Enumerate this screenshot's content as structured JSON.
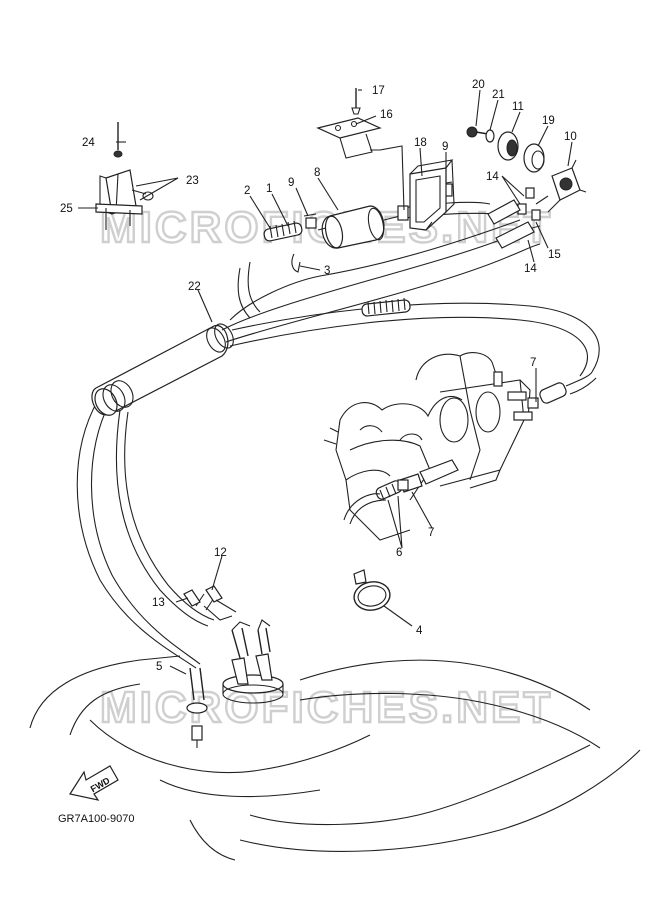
{
  "diagram": {
    "code": "GR7A100-9070",
    "watermark": "MICROFICHES.NET",
    "fwd_label": "FWD",
    "callouts": [
      {
        "id": "c1",
        "text": "1"
      },
      {
        "id": "c2",
        "text": "2"
      },
      {
        "id": "c3",
        "text": "3"
      },
      {
        "id": "c4",
        "text": "4"
      },
      {
        "id": "c5",
        "text": "5"
      },
      {
        "id": "c6",
        "text": "6"
      },
      {
        "id": "c7a",
        "text": "7"
      },
      {
        "id": "c7b",
        "text": "7"
      },
      {
        "id": "c8",
        "text": "8"
      },
      {
        "id": "c9a",
        "text": "9"
      },
      {
        "id": "c9b",
        "text": "9"
      },
      {
        "id": "c10",
        "text": "10"
      },
      {
        "id": "c11",
        "text": "11"
      },
      {
        "id": "c12",
        "text": "12"
      },
      {
        "id": "c13",
        "text": "13"
      },
      {
        "id": "c14a",
        "text": "14"
      },
      {
        "id": "c14b",
        "text": "14"
      },
      {
        "id": "c15",
        "text": "15"
      },
      {
        "id": "c16",
        "text": "16"
      },
      {
        "id": "c17",
        "text": "17"
      },
      {
        "id": "c18",
        "text": "18"
      },
      {
        "id": "c19",
        "text": "19"
      },
      {
        "id": "c20",
        "text": "20"
      },
      {
        "id": "c21",
        "text": "21"
      },
      {
        "id": "c22",
        "text": "22"
      },
      {
        "id": "c23",
        "text": "23"
      },
      {
        "id": "c24",
        "text": "24"
      },
      {
        "id": "c25",
        "text": "25"
      }
    ]
  }
}
